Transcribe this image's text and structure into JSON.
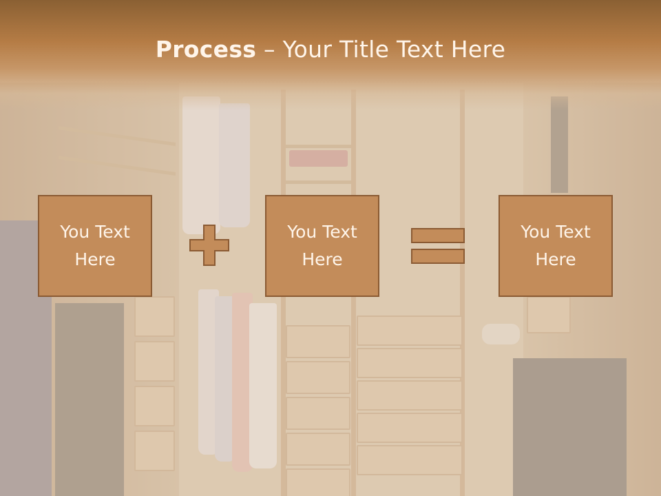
{
  "slide": {
    "title_bold": "Process",
    "title_rest": " – Your Title Text Here"
  },
  "steps": [
    {
      "text": "You Text Here"
    },
    {
      "text": "You Text Here"
    },
    {
      "text": "You Text Here"
    }
  ],
  "operators": [
    "plus-icon",
    "equals-icon"
  ],
  "colors": {
    "title_band": "#b57c45",
    "box_fill": "#c38c5a",
    "box_border": "#8a5a33",
    "text": "#fff5ea"
  }
}
